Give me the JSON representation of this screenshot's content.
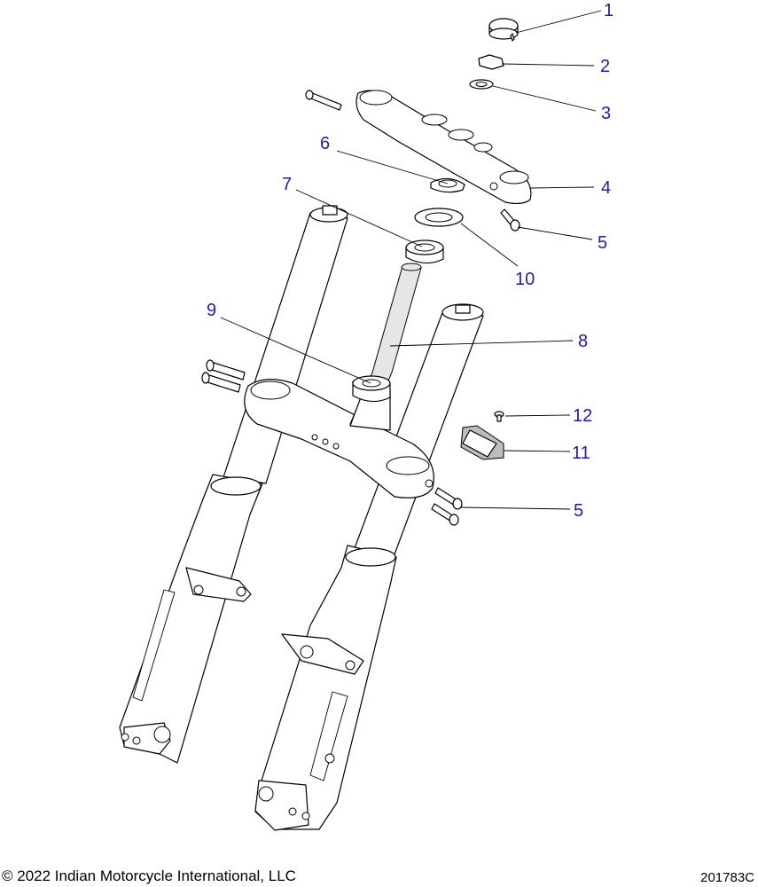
{
  "callouts": {
    "c1": "1",
    "c2": "2",
    "c3": "3",
    "c4": "4",
    "c5a": "5",
    "c5b": "5",
    "c6": "6",
    "c7": "7",
    "c8": "8",
    "c9": "9",
    "c10": "10",
    "c11": "11",
    "c12": "12"
  },
  "footer": {
    "copyright": "© 2022 Indian Motorcycle International, LLC",
    "drawing_number": "201783C"
  },
  "colors": {
    "callout_text": "#1f1f9e",
    "line_art": "#000000",
    "background": "#ffffff"
  }
}
